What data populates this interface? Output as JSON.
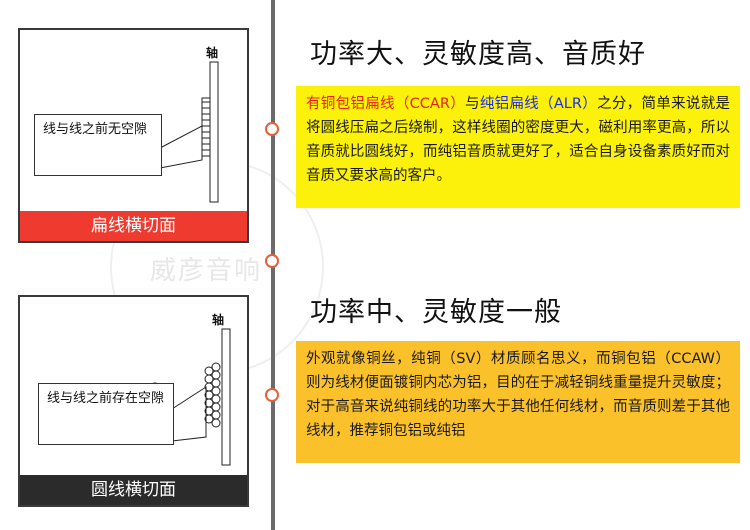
{
  "panel_top": {
    "axis_label": "轴",
    "callout": "线与线之前无空隙",
    "footer": "扁线横切面",
    "footer_color": "#ef3b2f"
  },
  "panel_bottom": {
    "axis_label": "轴",
    "callout": "线与线之前存在空隙",
    "footer": "圆线横切面",
    "footer_color": "#2b2b2b"
  },
  "watermark": "威彦音响",
  "section1": {
    "heading": "功率大、灵敏度高、音质好",
    "term1": "有铜包铝扁线（CCAR）",
    "joiner": "与",
    "term2": "纯铝扁线（ALR）",
    "body": "之分，简单来说就是将圆线压扁之后绕制，这样线圈的密度更大，磁利用率更高，所以音质就比圆线好，而纯铝音质就更好了，适合自身设备素质好而对音质又要求高的客户。",
    "bg_color": "#fbf10a"
  },
  "section2": {
    "heading": "功率中、灵敏度一般",
    "body": "外观就像铜丝，纯铜（SV）材质顾名思义，而铜包铝（CCAW）则为线材便面镀铜内芯为铝，目的在于减轻铜线重量提升灵敏度；对于高音来说纯铜线的功率大于其他任何线材，而音质则差于其他线材，推荐铜包铝或纯铝",
    "bg_color": "#fbc12a"
  },
  "colors": {
    "divider": "#6b6b6b",
    "node": "#e2603a",
    "red_text": "#e8240f",
    "blue_text": "#1d2be0"
  }
}
